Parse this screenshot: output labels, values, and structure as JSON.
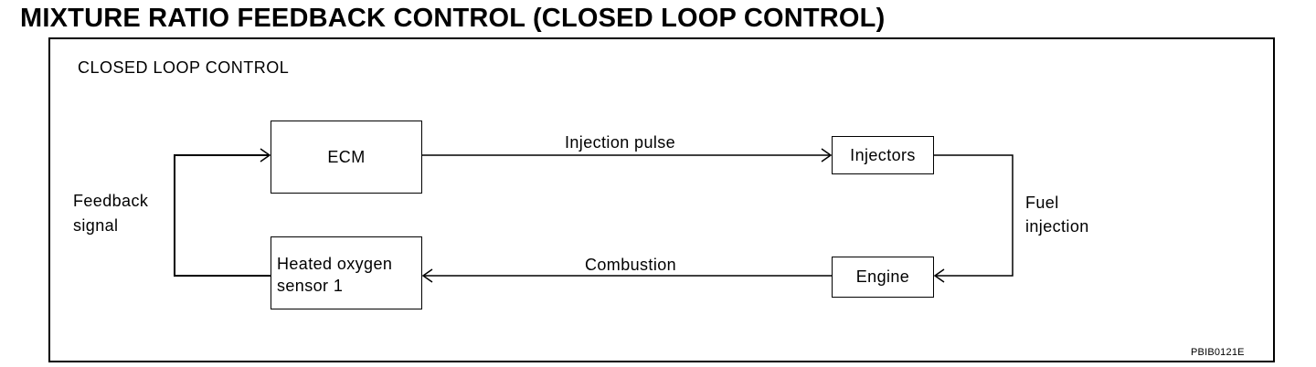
{
  "title": "MIXTURE RATIO FEEDBACK CONTROL (CLOSED LOOP CONTROL)",
  "diagram": {
    "caption": "CLOSED LOOP CONTROL",
    "blocks": {
      "ecm": "ECM",
      "injectors": "Injectors",
      "engine": "Engine",
      "sensor": "Heated oxygen\nsensor 1"
    },
    "labels": {
      "injection_pulse": "Injection pulse",
      "combustion": "Combustion",
      "fuel_injection": "Fuel\ninjection",
      "feedback_signal": "Feedback\nsignal"
    },
    "figure_code": "PBIB0121E"
  }
}
